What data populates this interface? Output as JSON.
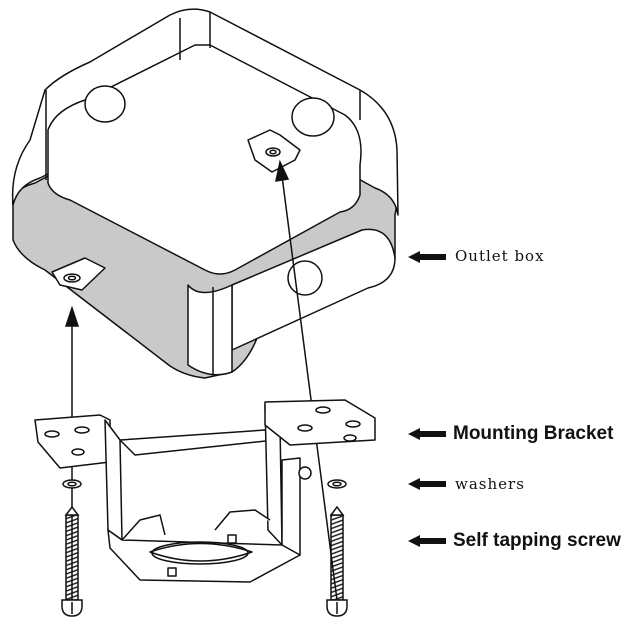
{
  "labels": {
    "outlet_box": "Outlet box",
    "mounting_bracket": "Mounting Bracket",
    "washers": "washers",
    "self_tapping_screw": "Self tapping screw"
  },
  "colors": {
    "stroke": "#111111",
    "box_side_fill": "#c9c9c9",
    "background": "#ffffff"
  }
}
